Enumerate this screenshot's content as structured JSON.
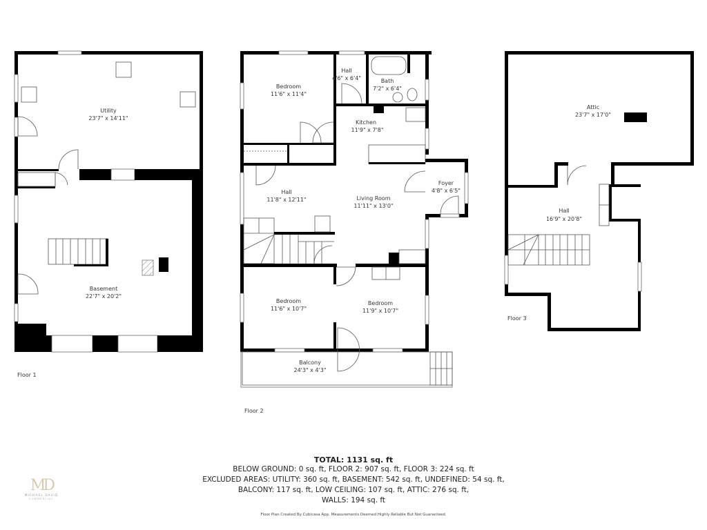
{
  "floors": [
    {
      "label": "Floor 1",
      "rooms": [
        {
          "name": "Utility",
          "dims": "23'7\" x 14'11\""
        },
        {
          "name": "Basement",
          "dims": "22'7\" x 20'2\""
        }
      ]
    },
    {
      "label": "Floor 2",
      "rooms": [
        {
          "name": "Bedroom",
          "dims": "11'6\" x 11'4\""
        },
        {
          "name": "Hall",
          "dims": "4'6\" x 6'4\""
        },
        {
          "name": "Bath",
          "dims": "7'2\" x 6'4\""
        },
        {
          "name": "Kitchen",
          "dims": "11'9\" x 7'8\""
        },
        {
          "name": "Hall",
          "dims": "11'8\" x 12'11\""
        },
        {
          "name": "Living Room",
          "dims": "11'11\" x 13'0\""
        },
        {
          "name": "Foyer",
          "dims": "4'8\" x 6'5\""
        },
        {
          "name": "Bedroom",
          "dims": "11'6\" x 10'7\""
        },
        {
          "name": "Bedroom",
          "dims": "11'9\" x 10'7\""
        },
        {
          "name": "Balcony",
          "dims": "24'3\" x 4'3\""
        }
      ]
    },
    {
      "label": "Floor 3",
      "rooms": [
        {
          "name": "Attic",
          "dims": "23'7\" x 17'0\""
        },
        {
          "name": "Hall",
          "dims": "16'9\" x 20'8\""
        }
      ]
    }
  ],
  "summary": {
    "total": "TOTAL: 1131 sq. ft",
    "line1": "BELOW GROUND: 0 sq. ft, FLOOR 2: 907 sq. ft, FLOOR 3: 224 sq. ft",
    "line2": "EXCLUDED AREAS: UTILITY: 360 sq. ft, BASEMENT: 542 sq. ft, UNDEFINED: 54 sq. ft,",
    "line3": "BALCONY: 117 sq. ft, LOW CEILING: 107 sq. ft, ATTIC: 276 sq. ft,",
    "line4": "WALLS: 194 sq. ft",
    "disclaimer": "Floor Plan Created By Cubicasa App. Measurements Deemed Highly Reliable But Not Guaranteed."
  },
  "logo": {
    "mark": "MD",
    "name": "MICHAEL DAVID",
    "subtitle": "COMMERCIAL"
  },
  "colors": {
    "wall": "#000000",
    "logo_gold": "#d8ccb0"
  }
}
